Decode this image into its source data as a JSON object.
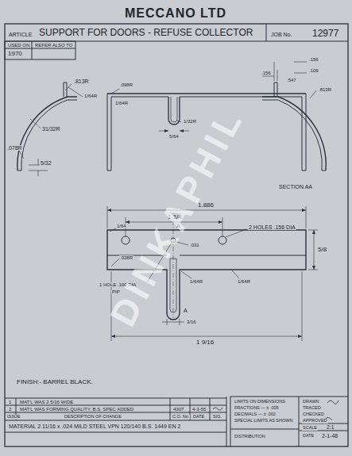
{
  "diagram": {
    "title": "MECCANO LTD",
    "labels": [
      "ARTICLE",
      "SUPPORT FOR DOORS - REFUSE COLLECTOR",
      "JOB No.",
      "12977",
      "USED ON",
      "REFER ALSO TO",
      "1970",
      ".813R",
      "1/64R",
      "31/32R",
      ".078R",
      "5/32",
      ".098R",
      "1/64R",
      "1/32R",
      "5/64",
      ".156",
      ".109",
      ".156",
      ".547",
      ".813R",
      "SECTION AA",
      "1.886",
      "1 1/4",
      "1/64",
      "A",
      "2 HOLES .156 DIA",
      ".031",
      "5/8",
      ".028R",
      "1 HOLE .100 DIA",
      "PIP",
      "1/64R",
      "1/64R",
      "A",
      "3/16",
      "1 9/16",
      "FINISH:- BARREL BLACK.",
      "1",
      "MAT'L WAS 2 5/16 WIDE",
      "2",
      "MAT'L WAS FORMING QUALITY. B.S. SPEC ADDED",
      "4307",
      "4-3-55",
      "ISSUE",
      "DESCRIPTION OF CHANGE",
      "C.O. No.",
      "DATE",
      "SIG.",
      "MATERIAL 2 11/16 x .024 MILD STEEL VPN 120/140 B.S. 1449 EN 2",
      "LIMITS ON DIMENSIONS",
      "FRACTIONS — ± .005",
      "DECIMALS — ± .002",
      "SPECIAL LIMITS AS SHOWN",
      "DISTRIBUTION",
      "DRAWN",
      "TRACED",
      "CHECKED",
      "APPROVED",
      "SCALE",
      "2:1",
      "DATE",
      "2-1-48",
      "DINKAPHIL"
    ]
  }
}
